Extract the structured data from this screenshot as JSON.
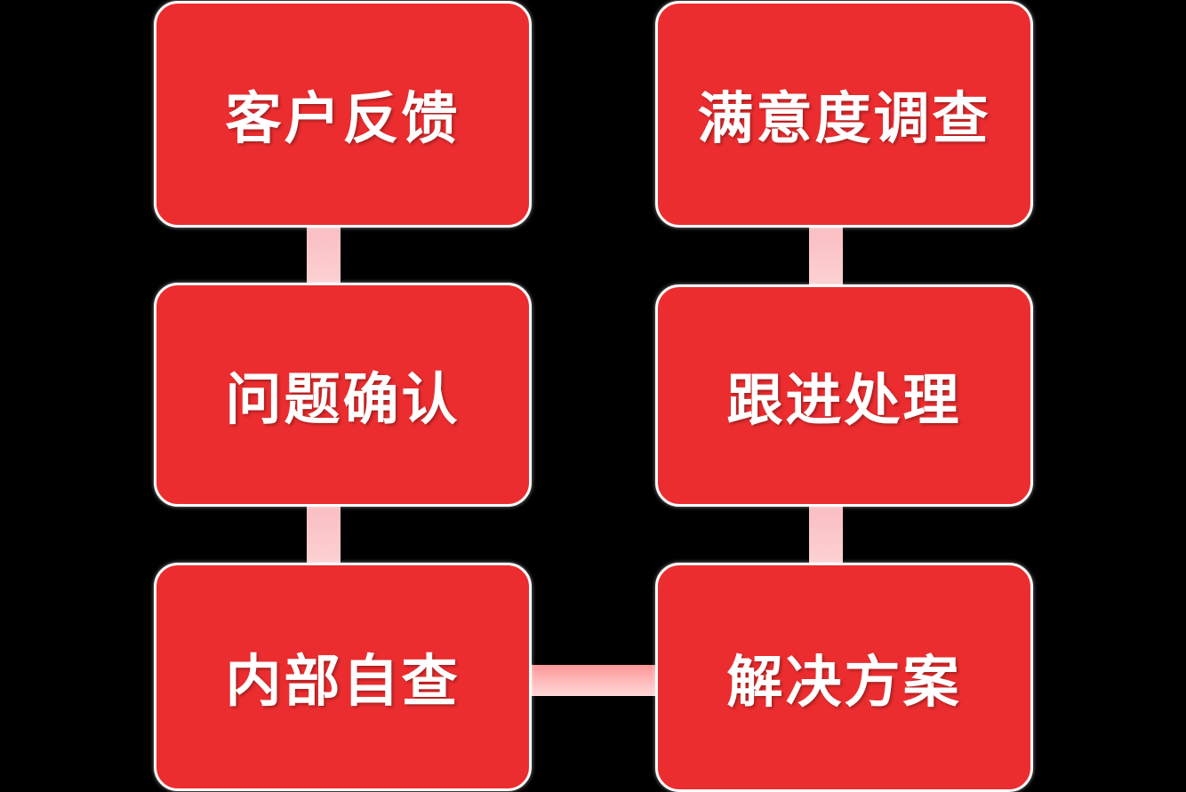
{
  "diagram": {
    "type": "flowchart",
    "background_color": "#000000",
    "node_style": {
      "fill_color": "#EC2D2F",
      "outline_color": "#FFFFFF",
      "text_color": "#FFFFFF"
    },
    "connector_style": {
      "vertical_gradient": [
        "#F9BCC0",
        "#FDD2D4"
      ],
      "horizontal_gradient": [
        "#FE9697",
        "#FDD9D9"
      ]
    },
    "nodes": [
      {
        "id": "customer-feedback",
        "label": "客户反馈",
        "column": "left",
        "row": 1
      },
      {
        "id": "problem-confirmation",
        "label": "问题确认",
        "column": "left",
        "row": 2
      },
      {
        "id": "internal-self-check",
        "label": "内部自查",
        "column": "left",
        "row": 3
      },
      {
        "id": "satisfaction-survey",
        "label": "满意度调查",
        "column": "right",
        "row": 1
      },
      {
        "id": "follow-up-handling",
        "label": "跟进处理",
        "column": "right",
        "row": 2
      },
      {
        "id": "solution",
        "label": "解决方案",
        "column": "right",
        "row": 3
      }
    ],
    "connections": [
      {
        "between": [
          "customer-feedback",
          "problem-confirmation"
        ],
        "orientation": "vertical"
      },
      {
        "between": [
          "problem-confirmation",
          "internal-self-check"
        ],
        "orientation": "vertical"
      },
      {
        "between": [
          "internal-self-check",
          "solution"
        ],
        "orientation": "horizontal"
      },
      {
        "between": [
          "satisfaction-survey",
          "follow-up-handling"
        ],
        "orientation": "vertical"
      },
      {
        "between": [
          "follow-up-handling",
          "solution"
        ],
        "orientation": "vertical"
      }
    ]
  }
}
